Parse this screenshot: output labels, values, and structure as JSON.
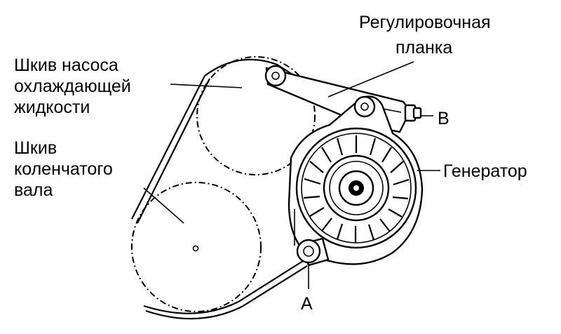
{
  "labels": {
    "adjusting_bar_line1": "Регулировочная",
    "adjusting_bar_line2": "планка",
    "water_pump_pulley_line1": "Шкив насоса",
    "water_pump_pulley_line2": "охлаждающей",
    "water_pump_pulley_line3": "жидкости",
    "crankshaft_pulley_line1": "Шкив",
    "crankshaft_pulley_line2": "коленчатого",
    "crankshaft_pulley_line3": "вала",
    "generator": "Генератор",
    "bolt_b": "B",
    "bolt_a": "A"
  },
  "colors": {
    "ink": "#000000",
    "paper": "#ffffff"
  }
}
